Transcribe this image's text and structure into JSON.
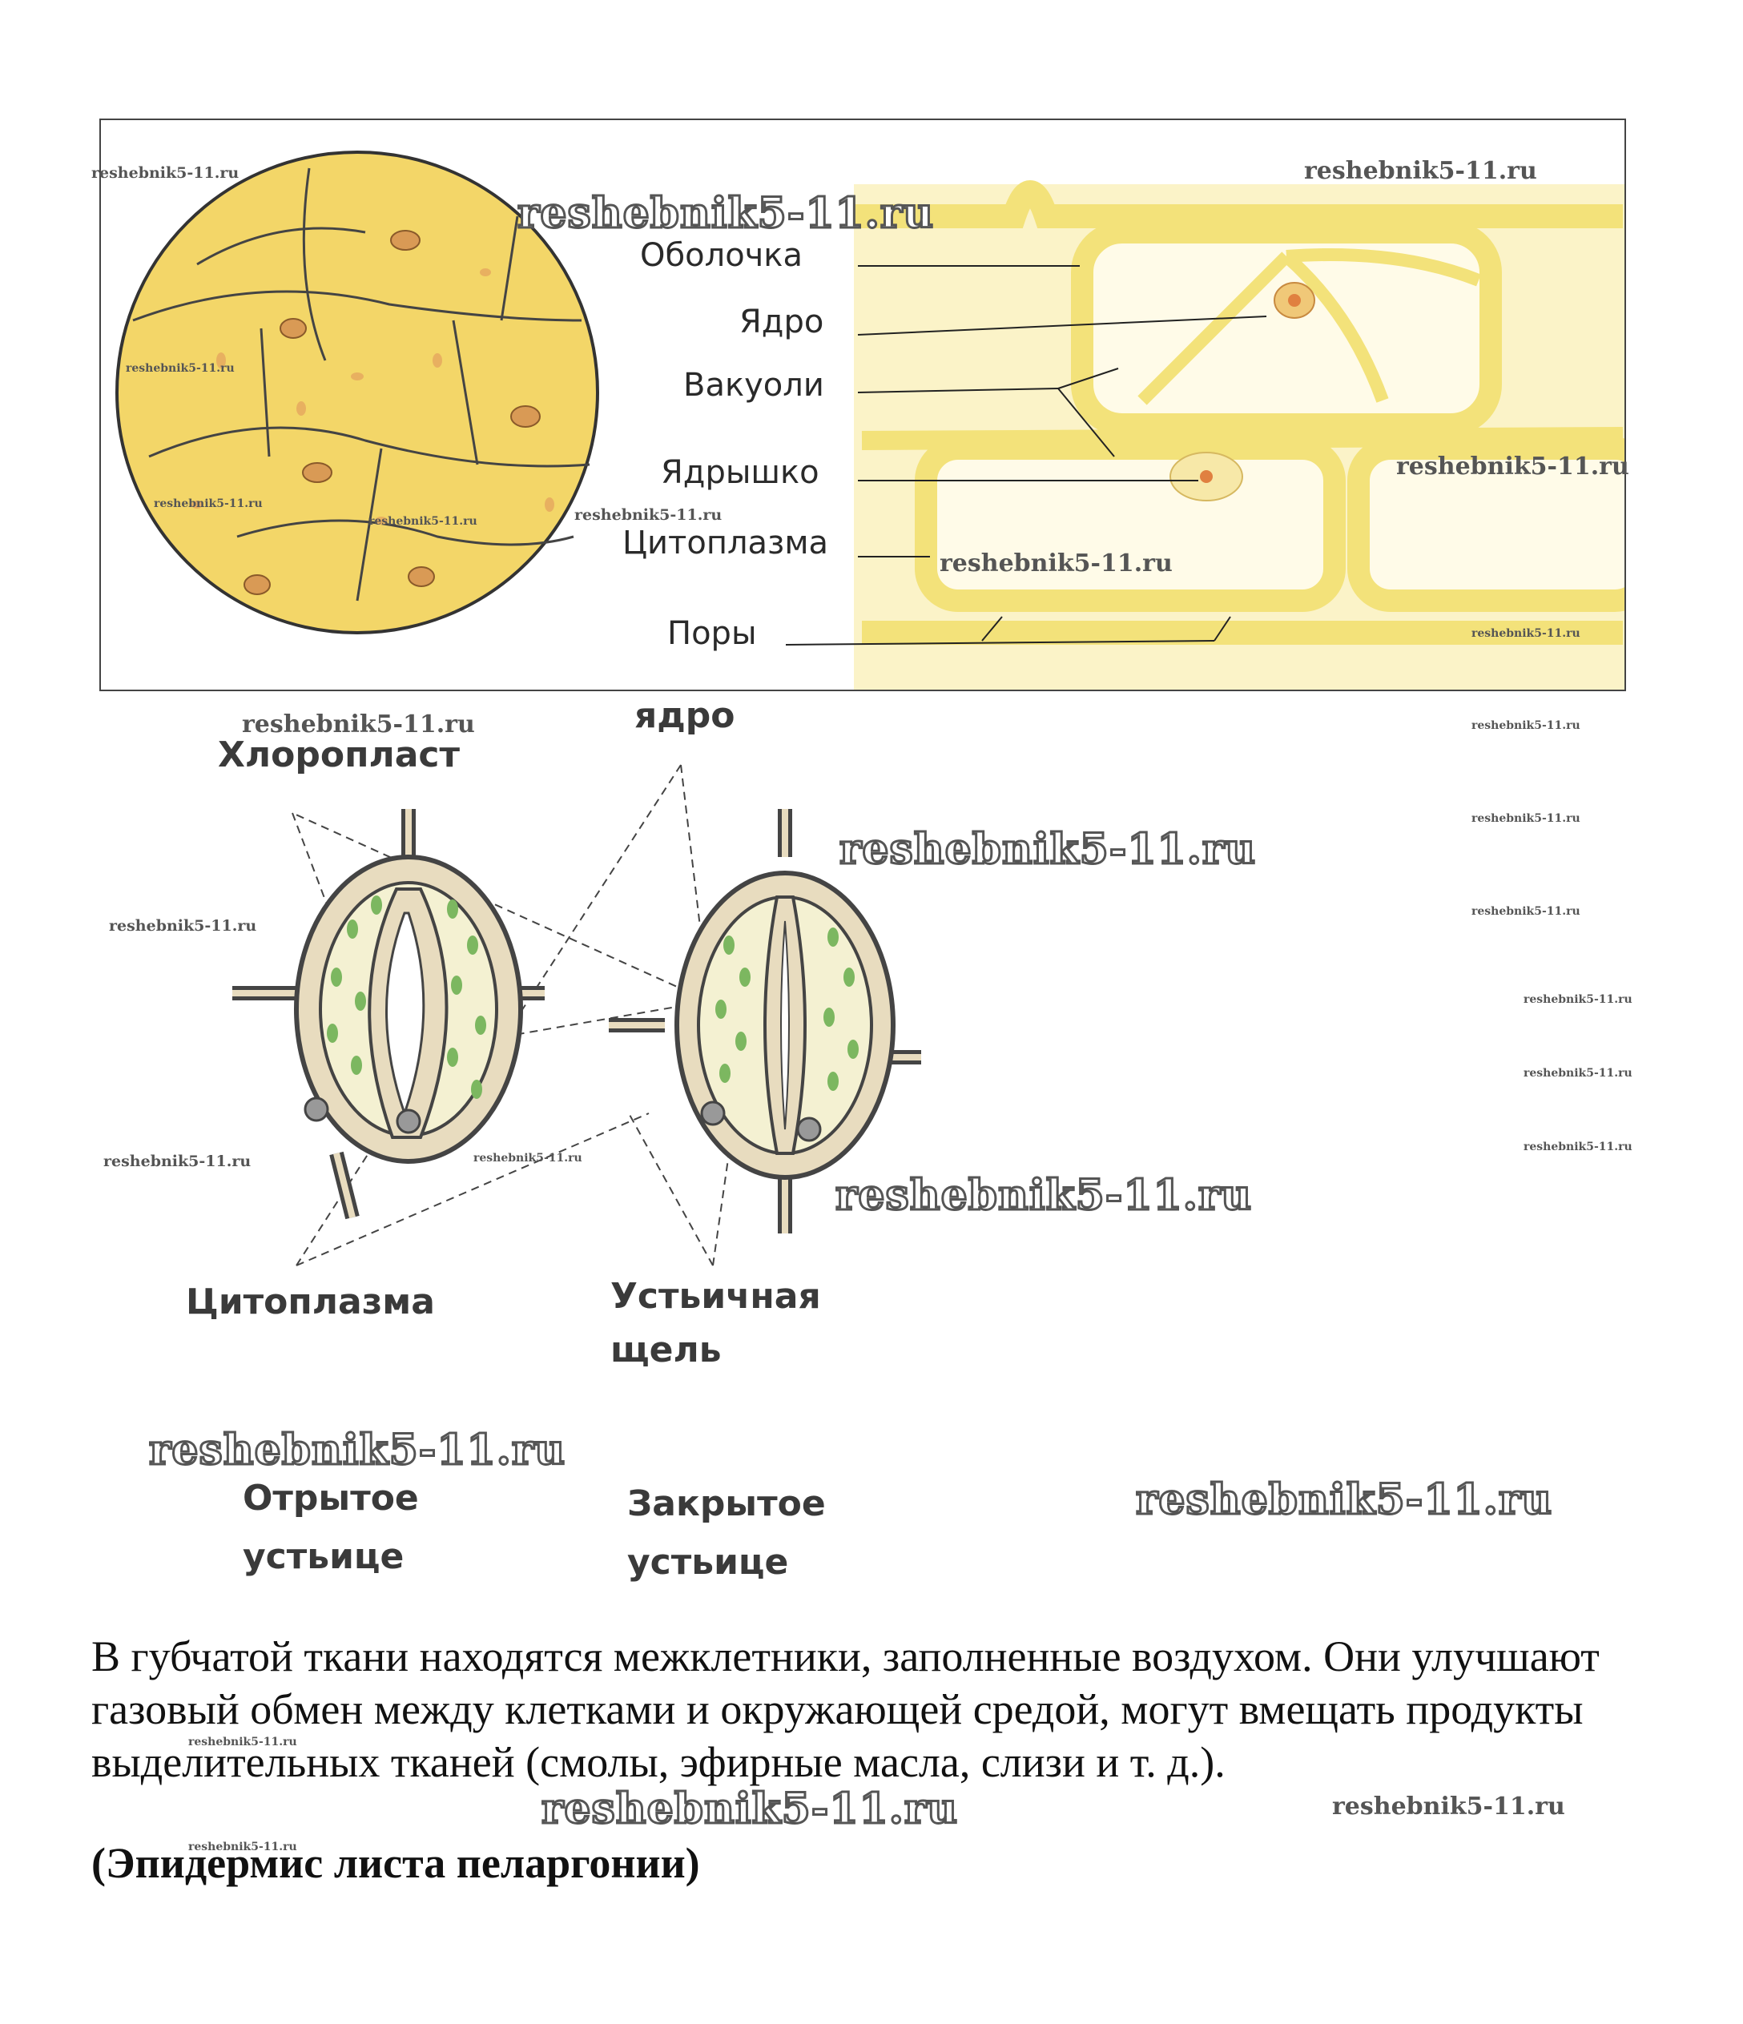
{
  "figure1": {
    "labels": {
      "membrane": "Оболочка",
      "nucleus": "Ядро",
      "vacuoles": "Вакуоли",
      "nucleolus": "Ядрышко",
      "cytoplasm": "Цитоплазма",
      "pores": "Поры"
    },
    "colors": {
      "cell_fill": "#f5de6e",
      "wall": "#f3e27a",
      "outline": "#333333"
    }
  },
  "figure2": {
    "labels": {
      "chloroplast": "Хлоропласт",
      "nucleus": "ядро",
      "cytoplasm": "Цитоплазма",
      "stomatal_slit_line1": "Устьичная",
      "stomatal_slit_line2": "щель",
      "open_line1": "Отрытое",
      "open_line2": "устьице",
      "closed_line1": "Закрытое",
      "closed_line2": "устьице"
    },
    "colors": {
      "guard_cell": "#e8dcbf",
      "cell_inner": "#f4f1d2",
      "chloroplast": "#7cb760"
    }
  },
  "text": {
    "paragraph": "В губчатой ткани находятся межклетники, заполненные воздухом. Они улучшают газовый обмен между клетками и окружающей средой, могут вмещать продукты выделительных тканей (смолы, эфирные масла, слизи и т. д.).",
    "caption": "(Эпидермис листа пеларгонии)"
  },
  "watermark": "reshebnik5-11.ru"
}
